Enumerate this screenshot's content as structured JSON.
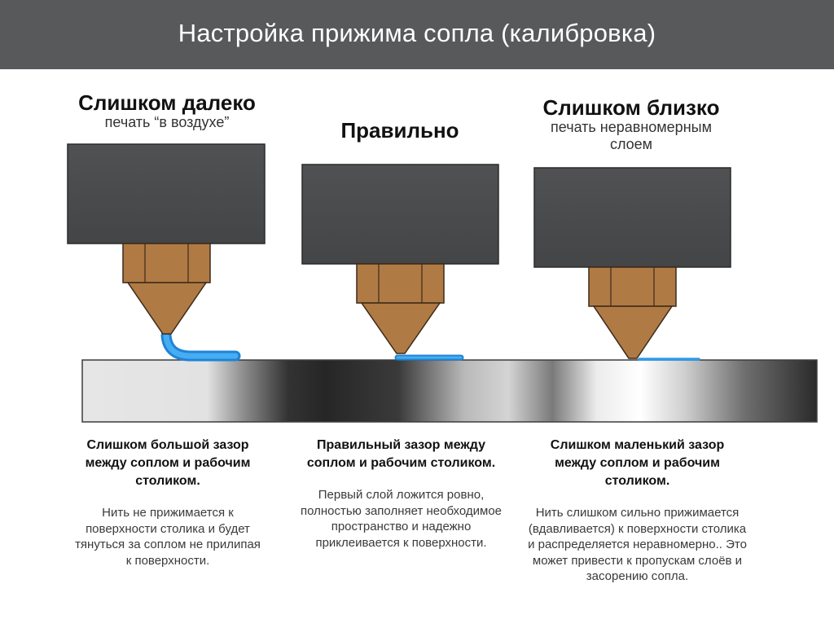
{
  "header": {
    "title": "Настройка прижима сопла (калибровка)"
  },
  "columns": [
    {
      "title": "Слишком далеко",
      "subtitle": "печать “в воздухе”",
      "caption_title": "Слишком большой зазор между соплом и рабочим столиком.",
      "caption_text": "Нить не прижимается к поверхности столика и будет тянуться за соплом не прилипая к поверхности."
    },
    {
      "title": "Правильно",
      "subtitle": "",
      "caption_title": "Правильный зазор между соплом и рабочим столиком.",
      "caption_text": "Первый слой ложится ровно, полностью заполняет необходимое пространство и надежно приклеивается к поверхности."
    },
    {
      "title": "Слишком близко",
      "subtitle": "печать неравномерным слоем",
      "caption_title": "Слишком маленький зазор между соплом и рабочим столиком.",
      "caption_text": "Нить слишком сильно прижимается (вдавливается) к поверхности столика и распределяется неравномерно.. Это может привести к пропускам слоёв и засорению сопла."
    }
  ],
  "colors": {
    "header_bg": "#58595b",
    "heater_block": "#4b4c4e",
    "nozzle_brass": "#b07a45",
    "filament": "#2f9bea"
  }
}
